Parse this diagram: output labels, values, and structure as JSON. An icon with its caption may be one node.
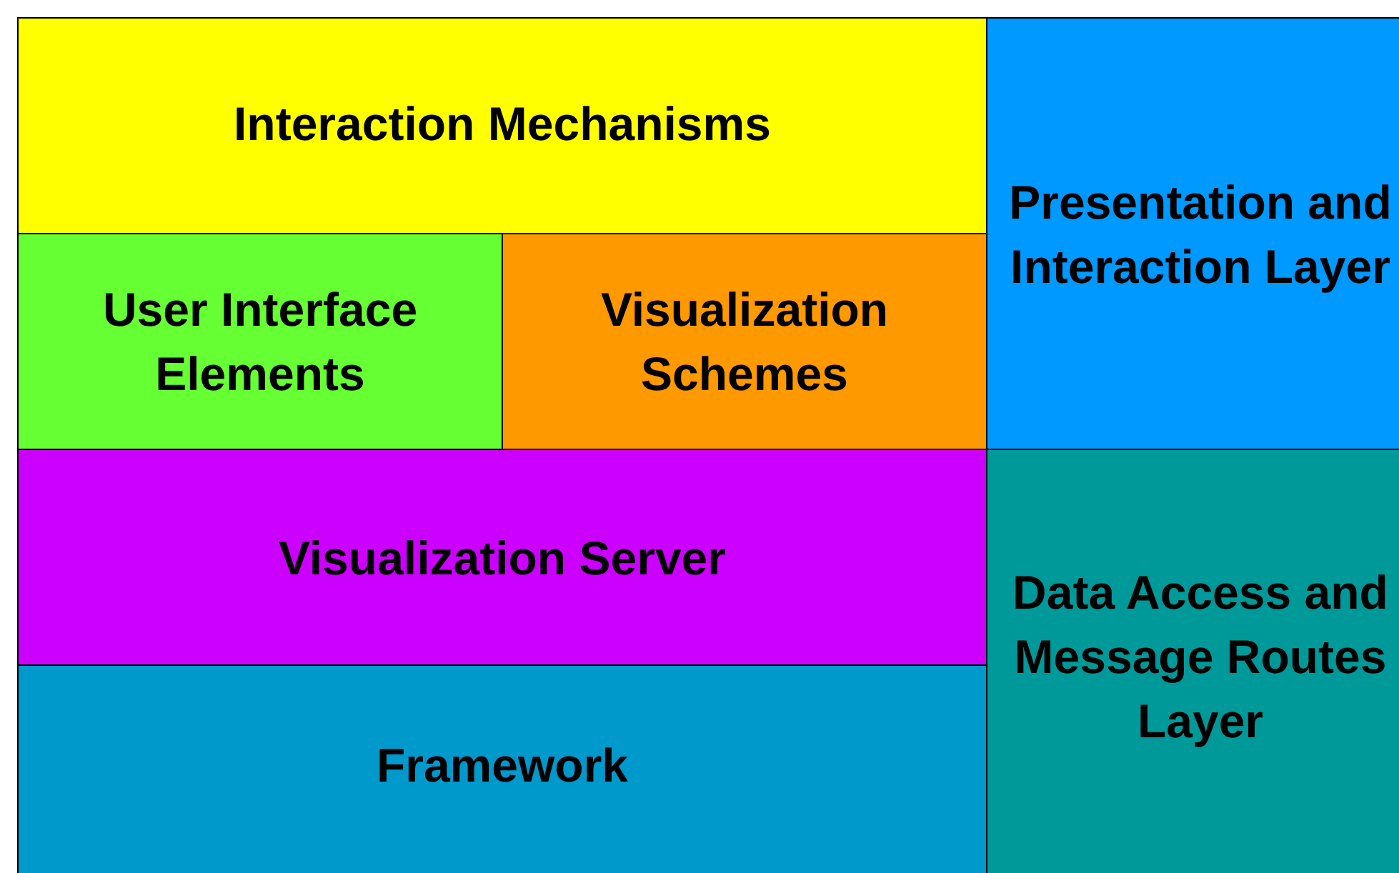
{
  "diagram": {
    "nodes": [
      {
        "text": [
          "Interaction Mechanisms"
        ]
      },
      {
        "text": [
          "User Interface Elements"
        ]
      },
      {
        "text": [
          "Visualization Schemes"
        ]
      },
      {
        "text": [
          "Presentation and Interaction Layer"
        ]
      },
      {
        "text": [
          "Visualization Server"
        ]
      },
      {
        "text": [
          "Framework"
        ]
      },
      {
        "text": [
          "Data Access and Message Routes Layer"
        ]
      }
    ]
  }
}
